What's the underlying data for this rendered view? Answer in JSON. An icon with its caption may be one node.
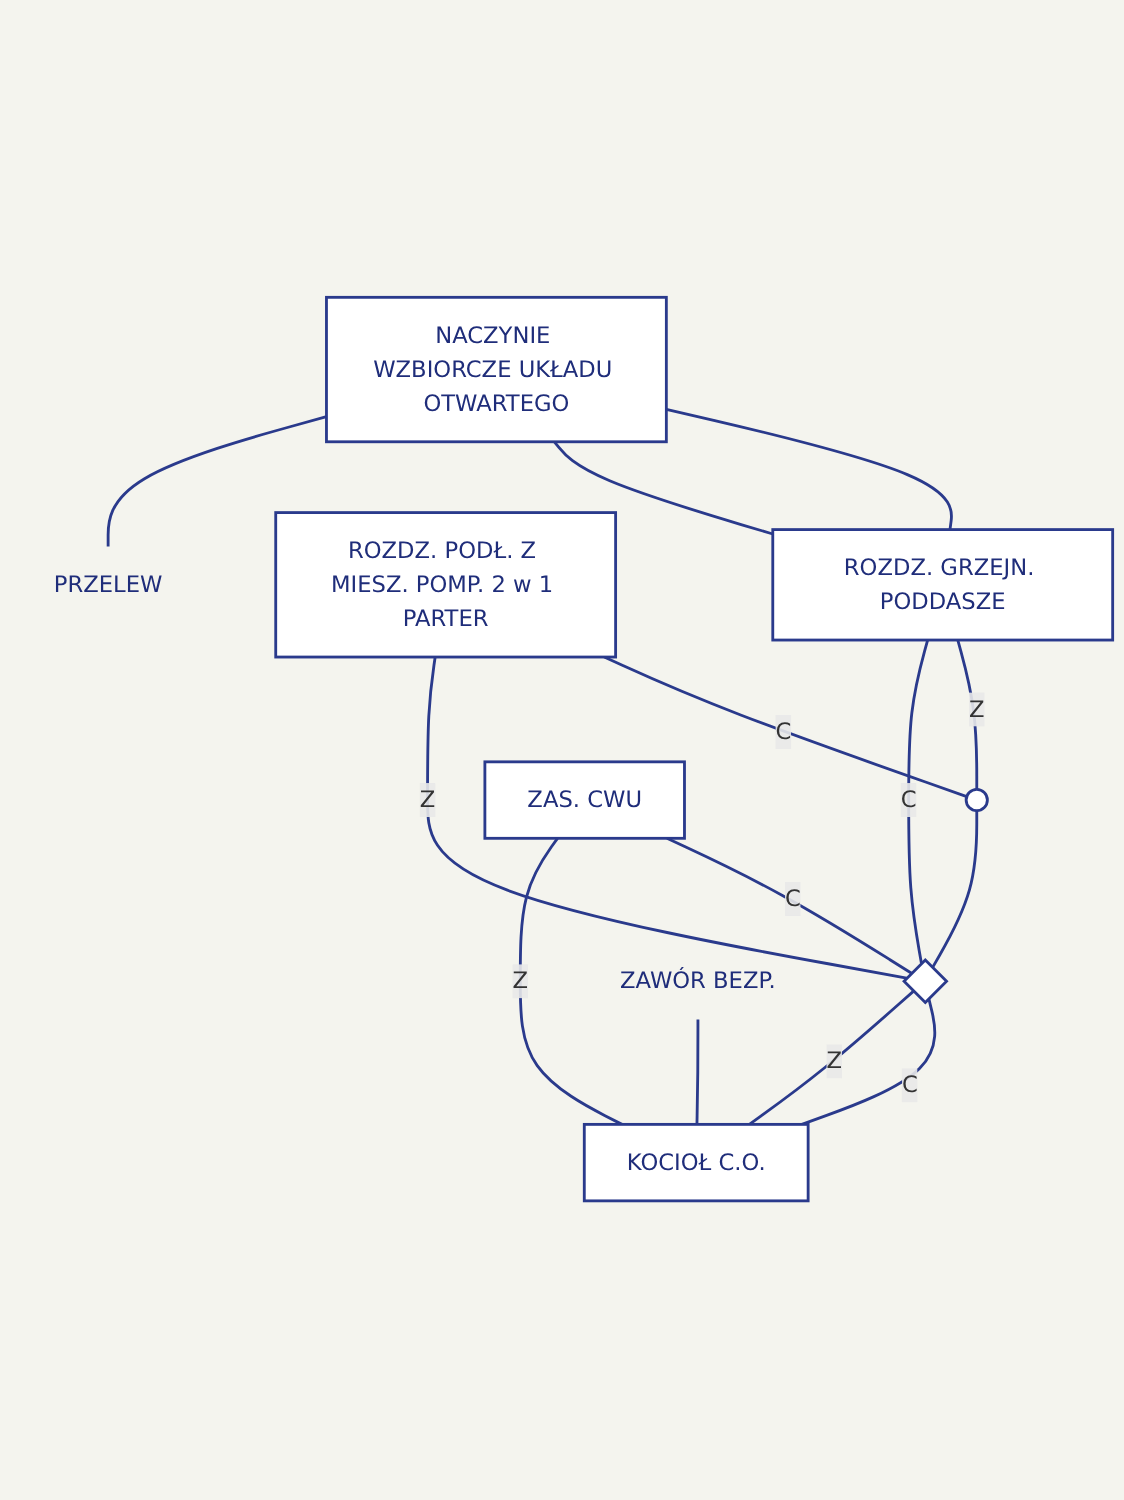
{
  "diagram": {
    "nodes": [
      {
        "text": [
          "NACZYNIE WZBIORCZE UKŁADU OTWARTEGO"
        ]
      },
      {
        "text": [
          "ROZDZ. GRZEJN. PODDASZE"
        ]
      },
      {
        "text": [
          "ROZDZ. PODŁ. Z MIESZ. POMP. 2 w 1 PARTER"
        ]
      },
      {
        "text": [],
        "shape": "circle"
      },
      {
        "text": [],
        "shape": "valve"
      },
      {
        "text": [
          "ZAS. CWU"
        ]
      },
      {
        "text": [
          "KOCIOŁ C.O."
        ]
      },
      {
        "text": [
          "ZAWÓR BEZP."
        ]
      },
      {
        "text": [
          "PRZELEW"
        ]
      }
    ],
    "edges": [
      {
        "from": 0,
        "to": 1,
        "arrow": "none"
      },
      {
        "from": 0,
        "to": 1,
        "arrow": "none"
      },
      {
        "from": 0,
        "to": 8,
        "arrow": "none"
      },
      {
        "from": 1,
        "to": 3,
        "label": "Z",
        "arrow": "none"
      },
      {
        "from": 1,
        "to": 4,
        "label": "C",
        "arrow": "none"
      },
      {
        "from": 2,
        "to": 3,
        "label": "C",
        "arrow": "none"
      },
      {
        "from": 2,
        "to": 4,
        "label": "Z",
        "arrow": "none"
      },
      {
        "from": 3,
        "to": 4,
        "arrow": "none"
      },
      {
        "from": 5,
        "to": 4,
        "label": "C",
        "arrow": "none"
      },
      {
        "from": 4,
        "to": 6,
        "label": "C",
        "arrow": "none"
      },
      {
        "from": 5,
        "to": 6,
        "label": "Z",
        "arrow": "none"
      },
      {
        "from": 6,
        "to": 4,
        "label": "Z",
        "arrow": "none"
      },
      {
        "from": 7,
        "to": 6,
        "arrow": "none"
      }
    ]
  }
}
